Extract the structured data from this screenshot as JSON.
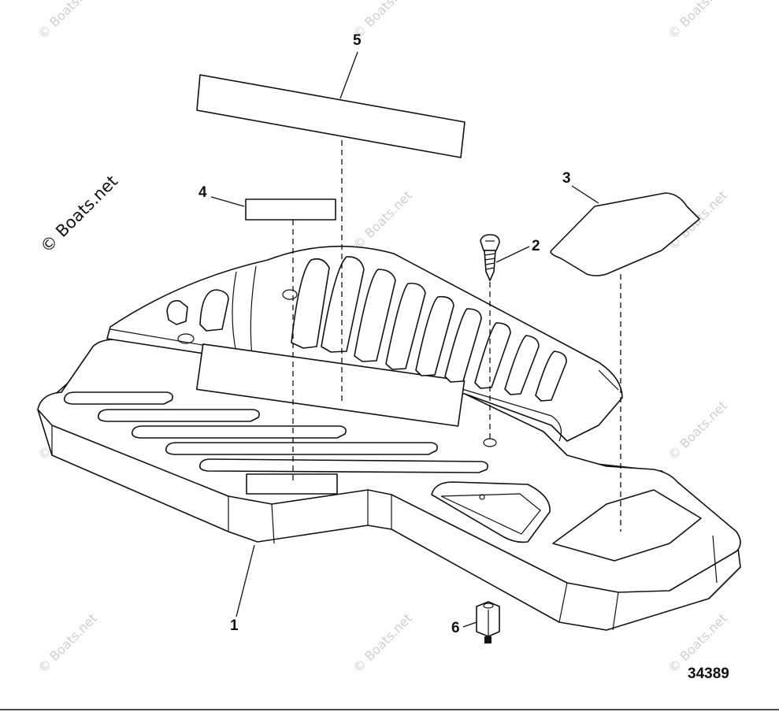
{
  "diagram": {
    "callouts": [
      {
        "id": "1",
        "label": "1"
      },
      {
        "id": "2",
        "label": "2"
      },
      {
        "id": "3",
        "label": "3"
      },
      {
        "id": "4",
        "label": "4"
      },
      {
        "id": "5",
        "label": "5"
      },
      {
        "id": "6",
        "label": "6"
      }
    ],
    "figure_number": "34389",
    "watermark": "© Boats.net",
    "watermark_repeat": "© Boats.net"
  }
}
